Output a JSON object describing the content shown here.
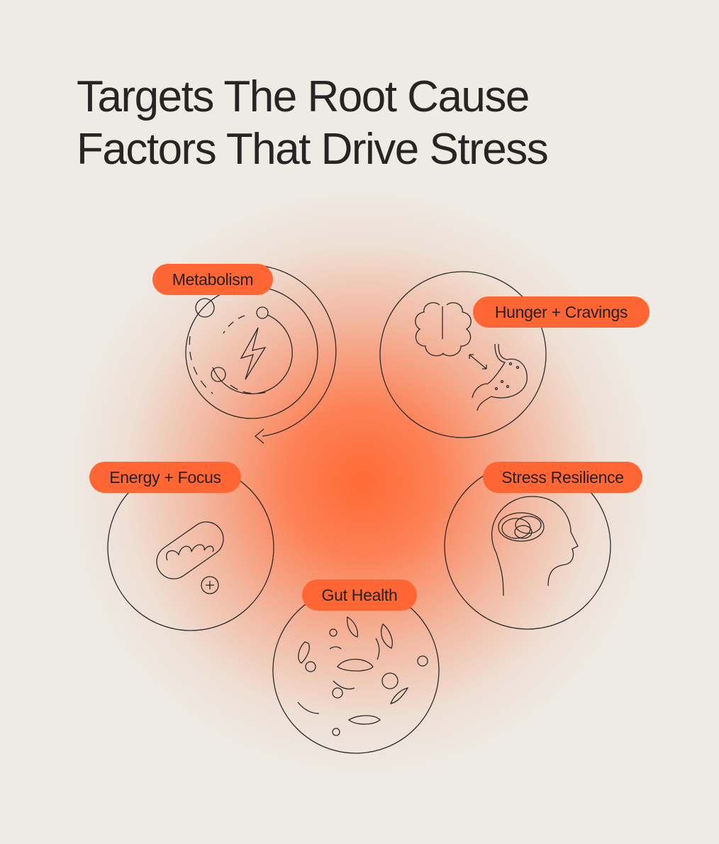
{
  "title": {
    "line1": "Targets The Root Cause",
    "line2": "Factors That Drive Stress"
  },
  "factors": [
    {
      "label": "Metabolism",
      "icon": "energy-cycle-icon"
    },
    {
      "label": "Hunger + Cravings",
      "icon": "brain-stomach-icon"
    },
    {
      "label": "Energy + Focus",
      "icon": "mitochondria-icon"
    },
    {
      "label": "Stress Resilience",
      "icon": "head-brain-icon"
    },
    {
      "label": "Gut Health",
      "icon": "gut-bacteria-icon"
    }
  ],
  "colors": {
    "background": "#eeebe5",
    "accent": "#ff6633",
    "text": "#252525"
  }
}
